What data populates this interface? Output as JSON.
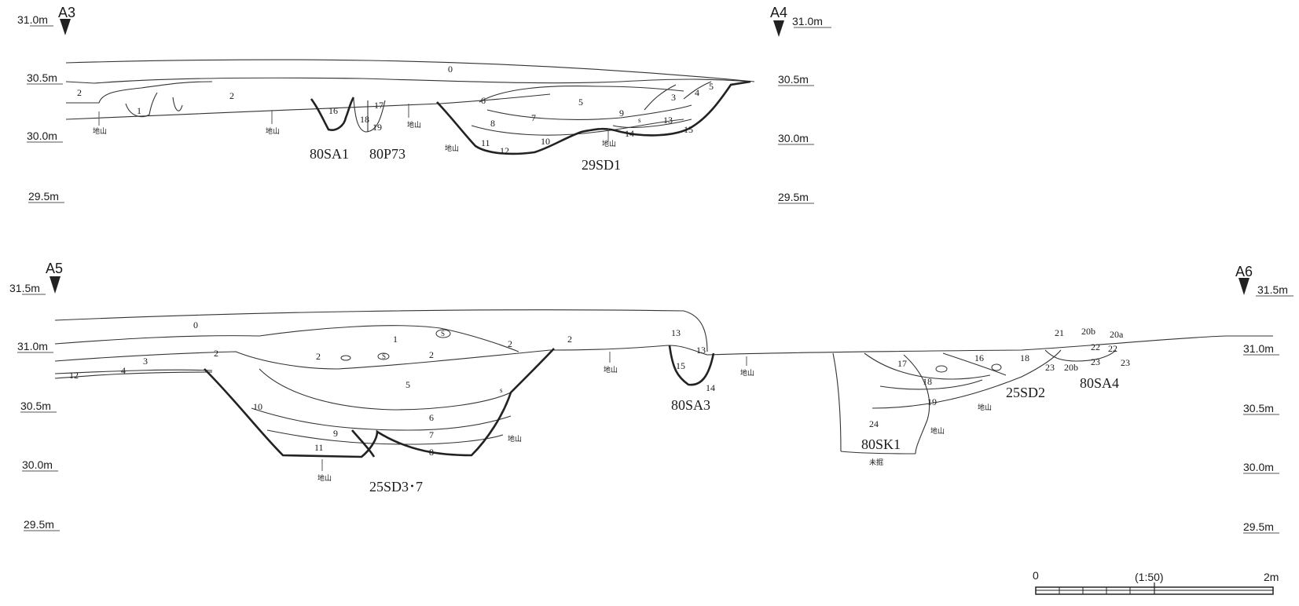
{
  "upper": {
    "left_marker": "A3",
    "right_marker": "A4",
    "left_top_elev": "31.0m",
    "right_top_elev": "31.0m",
    "left_elevs": [
      "30.5m",
      "30.0m",
      "29.5m"
    ],
    "right_elevs": [
      "30.5m",
      "30.0m",
      "29.5m"
    ],
    "features": [
      "80SA1",
      "80P73",
      "29SD1"
    ],
    "layers": [
      "0",
      "2",
      "2",
      "1",
      "16",
      "17",
      "18",
      "19",
      "6",
      "7",
      "5",
      "8",
      "9",
      "3",
      "4",
      "5",
      "13",
      "14",
      "s",
      "15",
      "10",
      "11",
      "12"
    ],
    "base_labels": [
      "地山",
      "地山",
      "地山",
      "地山",
      "地山"
    ]
  },
  "lower": {
    "left_marker": "A5",
    "right_marker": "A6",
    "left_top_elev": "31.5m",
    "right_top_elev": "31.5m",
    "left_elevs": [
      "31.0m",
      "30.5m",
      "30.0m",
      "29.5m"
    ],
    "right_elevs": [
      "31.0m",
      "30.5m",
      "30.0m",
      "29.5m"
    ],
    "features": [
      "80SA3",
      "25SD3･7",
      "80SK1",
      "25SD2",
      "80SA4"
    ],
    "layers": [
      "0",
      "1",
      "S",
      "2",
      "2",
      "S",
      "2",
      "2",
      "3",
      "4",
      "12",
      "5",
      "s",
      "6",
      "7",
      "9",
      "8",
      "10",
      "11",
      "2",
      "13",
      "13",
      "15",
      "14",
      "17",
      "16",
      "18",
      "18",
      "19",
      "24",
      "21",
      "20b",
      "20a",
      "22",
      "22",
      "23",
      "20b",
      "23",
      "23"
    ],
    "base_labels": [
      "地山",
      "地山",
      "地山",
      "地山",
      "地山",
      "地山"
    ],
    "unexcavated": "未掘"
  },
  "scale": {
    "start": "0",
    "ratio": "(1:50)",
    "end": "2m"
  }
}
